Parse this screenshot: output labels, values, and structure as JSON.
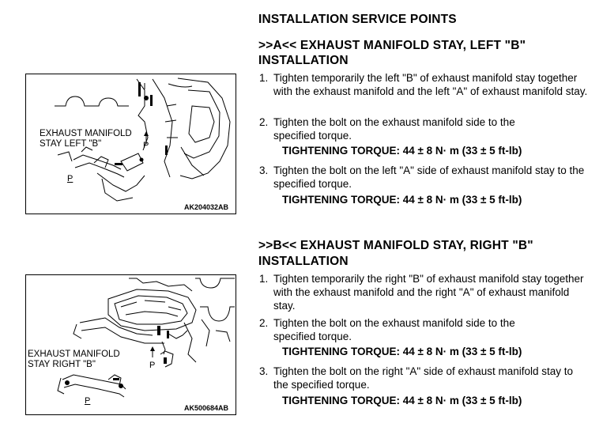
{
  "main_title": "INSTALLATION SERVICE POINTS",
  "section_a": {
    "heading_line1": ">>A<< EXHAUST MANIFOLD STAY, LEFT \"B\"",
    "heading_line2": "INSTALLATION",
    "steps": [
      {
        "num": "1.",
        "text": "Tighten temporarily the left \"B\" of exhaust manifold stay together with the exhaust manifold and the left \"A\" of exhaust manifold stay."
      },
      {
        "num": "2.",
        "text": "Tighten the bolt on the exhaust manifold side to the specified torque."
      },
      {
        "num": "3.",
        "text": "Tighten the bolt on the left \"A\" side of exhaust manifold stay to the specified torque."
      }
    ],
    "torque_1": "TIGHTENING TORQUE: 44 ± 8 N· m (33 ± 5 ft-lb)",
    "torque_2": "TIGHTENING TORQUE: 44 ± 8 N· m (33 ± 5 ft-lb)",
    "figure": {
      "label_line1": "EXHAUST MANIFOLD",
      "label_line2": "STAY LEFT \"B\"",
      "p1": "P",
      "p2": "P",
      "code": "AK204032AB"
    }
  },
  "section_b": {
    "heading_line1": ">>B<< EXHAUST MANIFOLD STAY, RIGHT \"B\"",
    "heading_line2": "INSTALLATION",
    "steps": [
      {
        "num": "1.",
        "text": "Tighten temporarily the right \"B\" of exhaust manifold stay together with the exhaust manifold and the right \"A\" of exhaust manifold stay."
      },
      {
        "num": "2.",
        "text": "Tighten the bolt on the exhaust manifold side to the specified torque."
      },
      {
        "num": "3.",
        "text": "Tighten the bolt on the right \"A\" side of exhaust manifold stay to the specified torque."
      }
    ],
    "torque_1": "TIGHTENING TORQUE: 44 ± 8 N· m (33 ± 5 ft-lb)",
    "torque_2": "TIGHTENING TORQUE: 44 ± 8 N· m (33 ± 5 ft-lb)",
    "figure": {
      "label_line1": "EXHAUST MANIFOLD",
      "label_line2": "STAY RIGHT \"B\"",
      "p1": "P",
      "p2": "P",
      "code": "AK500684AB"
    }
  }
}
